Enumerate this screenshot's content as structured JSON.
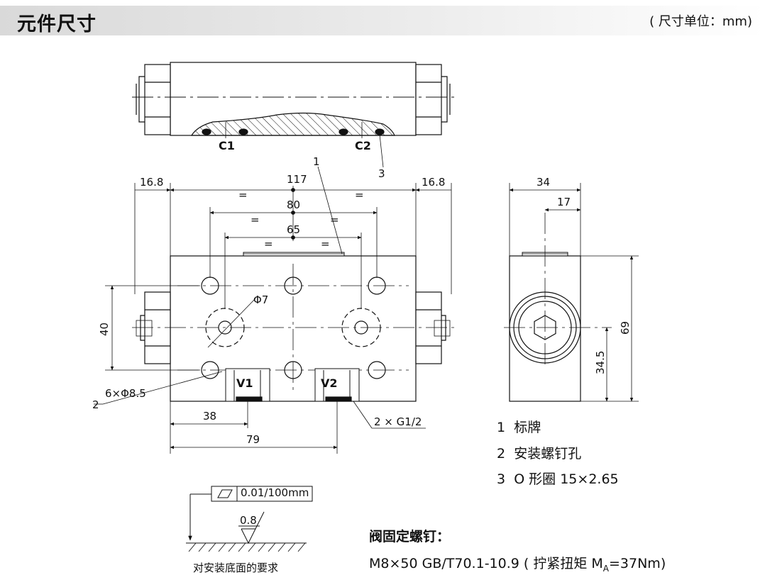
{
  "header": {
    "title": "元件尺寸",
    "units": "( 尺寸单位：mm)"
  },
  "callouts": {
    "c1": "C1",
    "c2": "C2",
    "n1": "1",
    "n2": "2",
    "n3": "3",
    "v1": "V1",
    "v2": "V2"
  },
  "dims": {
    "d117": "117",
    "d80": "80",
    "d65": "65",
    "d16_8_left": "16.8",
    "d16_8_right": "16.8",
    "d40": "40",
    "phi7": "Φ7",
    "holes": "6×Φ8.5",
    "d38": "38",
    "d79": "79",
    "ports": "2 × G1/2",
    "d34": "34",
    "d17": "17",
    "d69": "69",
    "d34_5": "34.5",
    "eq": "="
  },
  "legend": [
    {
      "num": "1",
      "text": "标牌"
    },
    {
      "num": "2",
      "text": "安装螺钉孔"
    },
    {
      "num": "3",
      "text": "O 形圈 15×2.65"
    }
  ],
  "surface": {
    "flatness": "0.01/100mm",
    "roughness": "0.8",
    "caption": "对安装底面的要求"
  },
  "screws": {
    "title": "阀固定螺钉：",
    "spec_prefix": "M8×50  GB/T70.1-10.9 ( 拧紧扭矩 M",
    "spec_sub": "A",
    "spec_suffix": "=37Nm)"
  }
}
